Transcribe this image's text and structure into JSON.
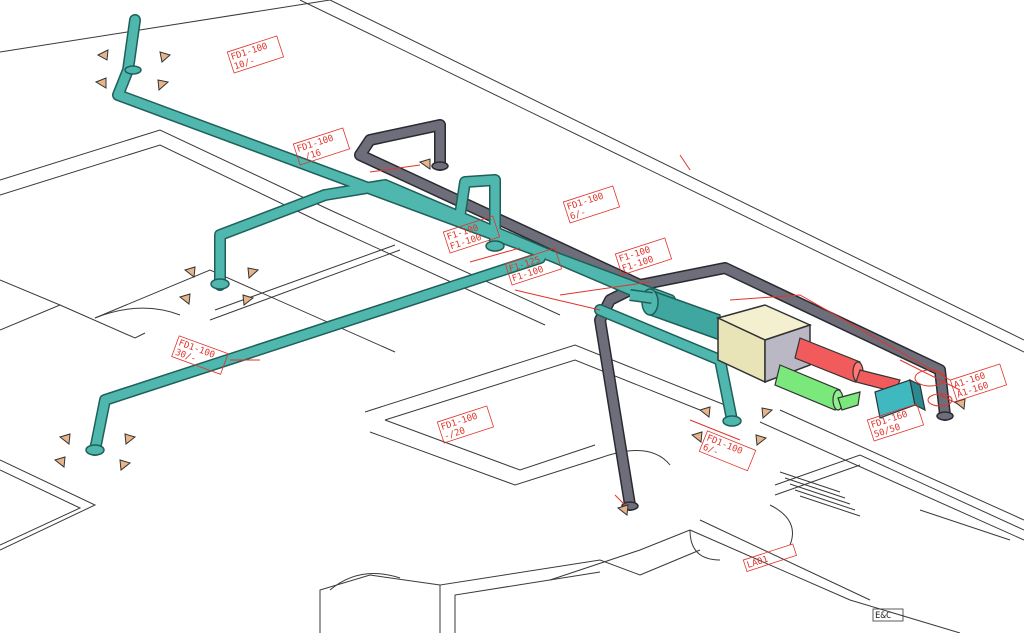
{
  "colors": {
    "background": "#ffffff",
    "floorplan_line": "#3a3a3a",
    "supply_duct": "#4fb7ad",
    "extract_duct": "#6d6e7a",
    "annotation": "#e0342c",
    "unit_body": "#e9e3b8",
    "duct_red": "#f25b5b",
    "duct_green": "#7ae87a",
    "duct_cyan": "#3fb8c0",
    "terminal_marker": "#e8b48a"
  },
  "labels": [
    {
      "id": "l1",
      "line1": "FD1-100",
      "line2": "10/-"
    },
    {
      "id": "l2",
      "line1": "FD1-100",
      "line2": "-/16"
    },
    {
      "id": "l3",
      "line1": "FD1-100",
      "line2": "6/-"
    },
    {
      "id": "l4",
      "line1": "F1-100",
      "line2": "F1-100"
    },
    {
      "id": "l5",
      "line1": "F1-100",
      "line2": "F1-100"
    },
    {
      "id": "l6",
      "line1": "F1-125",
      "line2": "F1-100"
    },
    {
      "id": "l7",
      "line1": "FD1-100",
      "line2": "30/-"
    },
    {
      "id": "l8",
      "line1": "FD1-100",
      "line2": "-/20"
    },
    {
      "id": "l9",
      "line1": "FD1-100",
      "line2": "6/-"
    },
    {
      "id": "l10",
      "line1": "FD1-160",
      "line2": "50/50"
    },
    {
      "id": "l11",
      "line1": "A1-160",
      "line2": "A1-160"
    },
    {
      "id": "l12",
      "line1": "LA01",
      "line2": ""
    },
    {
      "id": "l13",
      "line1": "E&C",
      "line2": ""
    }
  ],
  "icons": {
    "terminal": "triangle-marker-icon",
    "ahu": "air-handling-unit-icon"
  }
}
